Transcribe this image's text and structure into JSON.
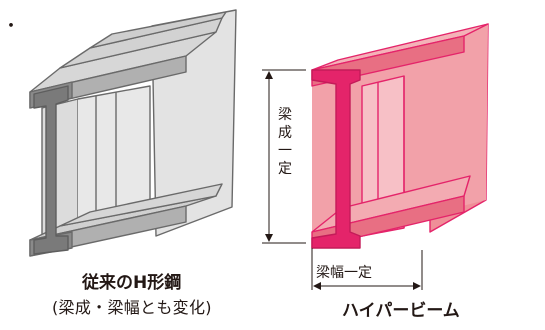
{
  "conventional": {
    "title": "従来のH形鋼",
    "subtitle": "(梁成・梁幅とも変化)",
    "body_color": "#e3e3e3",
    "edge_color": "#6a6a6a"
  },
  "hyper": {
    "title": "ハイパービーム",
    "height_label": "梁成一定",
    "height_label_chars": [
      "梁",
      "成",
      "一",
      "定"
    ],
    "width_label": "梁幅一定",
    "body_color": "#ef8f98",
    "edge_color": "#e4246a"
  },
  "note_mark": "・"
}
